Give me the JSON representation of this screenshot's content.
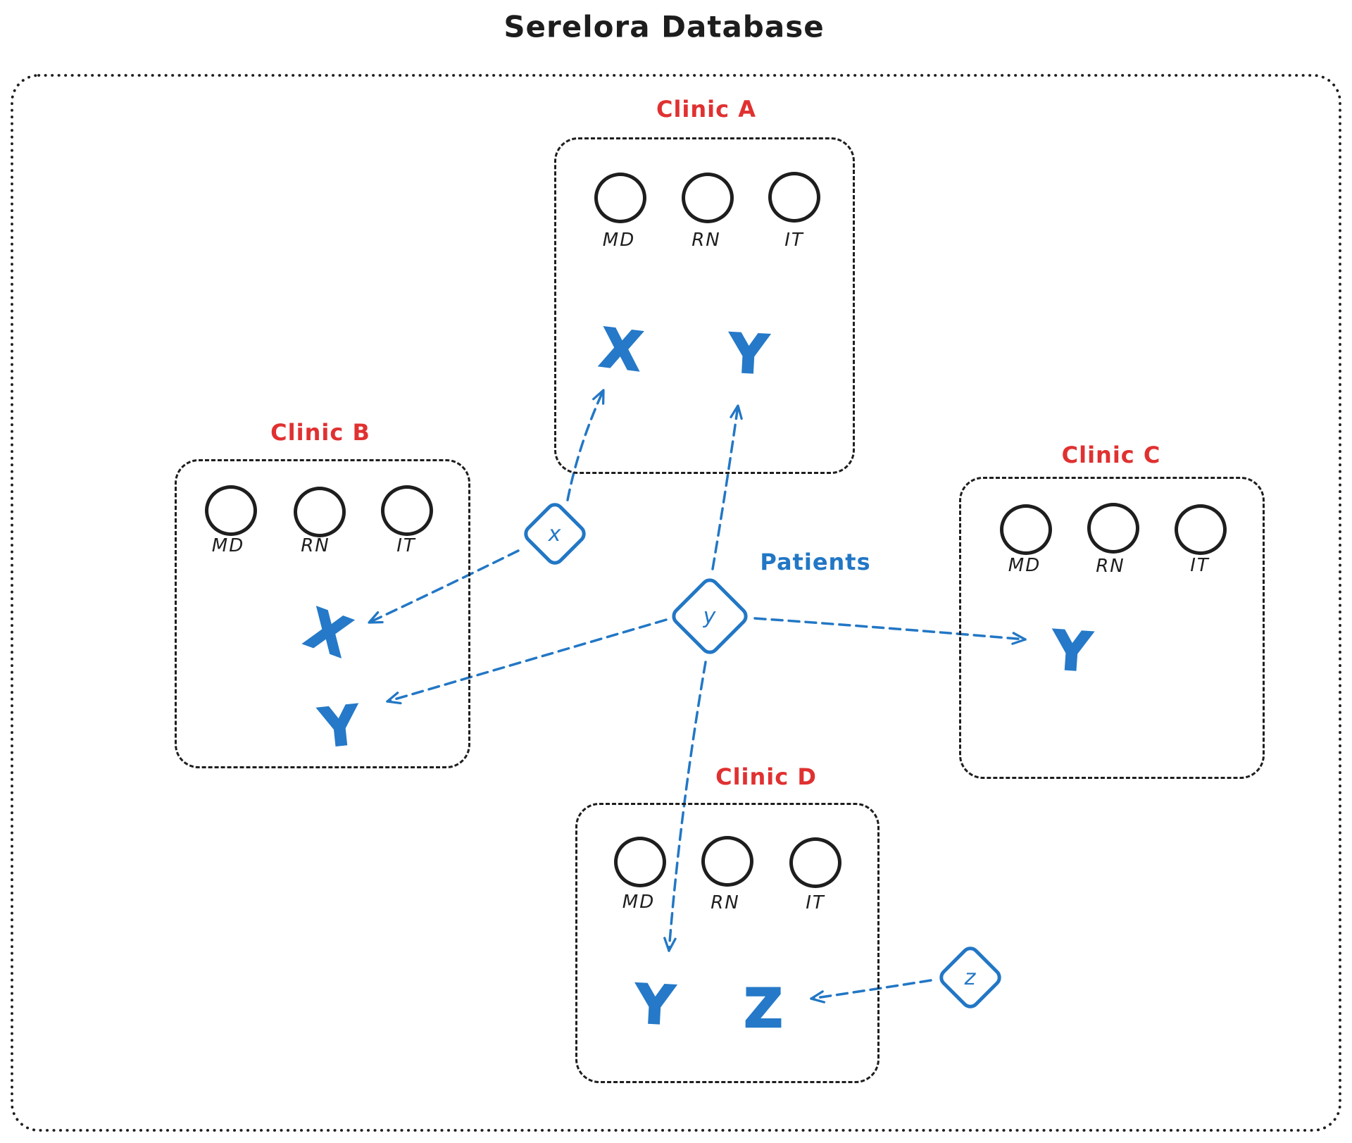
{
  "title": "Serelora Database",
  "palette": {
    "ink": "#1e1e1e",
    "clinic_label_red": "#e03131",
    "shard_blue": "#2277c5",
    "record_blue": "#2579c8",
    "background": "#ffffff"
  },
  "patients": {
    "label": "Patients",
    "keys": [
      "x",
      "y",
      "z"
    ]
  },
  "clinics": [
    {
      "label": "Clinic A",
      "roles": [
        "MD",
        "RN",
        "IT"
      ],
      "records": [
        "X",
        "Y"
      ]
    },
    {
      "label": "Clinic B",
      "roles": [
        "MD",
        "RN",
        "IT"
      ],
      "records": [
        "X",
        "Y"
      ]
    },
    {
      "label": "Clinic C",
      "roles": [
        "MD",
        "RN",
        "IT"
      ],
      "records": [
        "Y"
      ]
    },
    {
      "label": "Clinic D",
      "roles": [
        "MD",
        "RN",
        "IT"
      ],
      "records": [
        "Y",
        "Z"
      ]
    }
  ],
  "links": [
    {
      "from": "x",
      "to": "Clinic A record X"
    },
    {
      "from": "x",
      "to": "Clinic B record X"
    },
    {
      "from": "y",
      "to": "Clinic A record Y"
    },
    {
      "from": "y",
      "to": "Clinic B record Y"
    },
    {
      "from": "y",
      "to": "Clinic C record Y"
    },
    {
      "from": "y",
      "to": "Clinic D record Y"
    },
    {
      "from": "z",
      "to": "Clinic D record Z"
    }
  ]
}
